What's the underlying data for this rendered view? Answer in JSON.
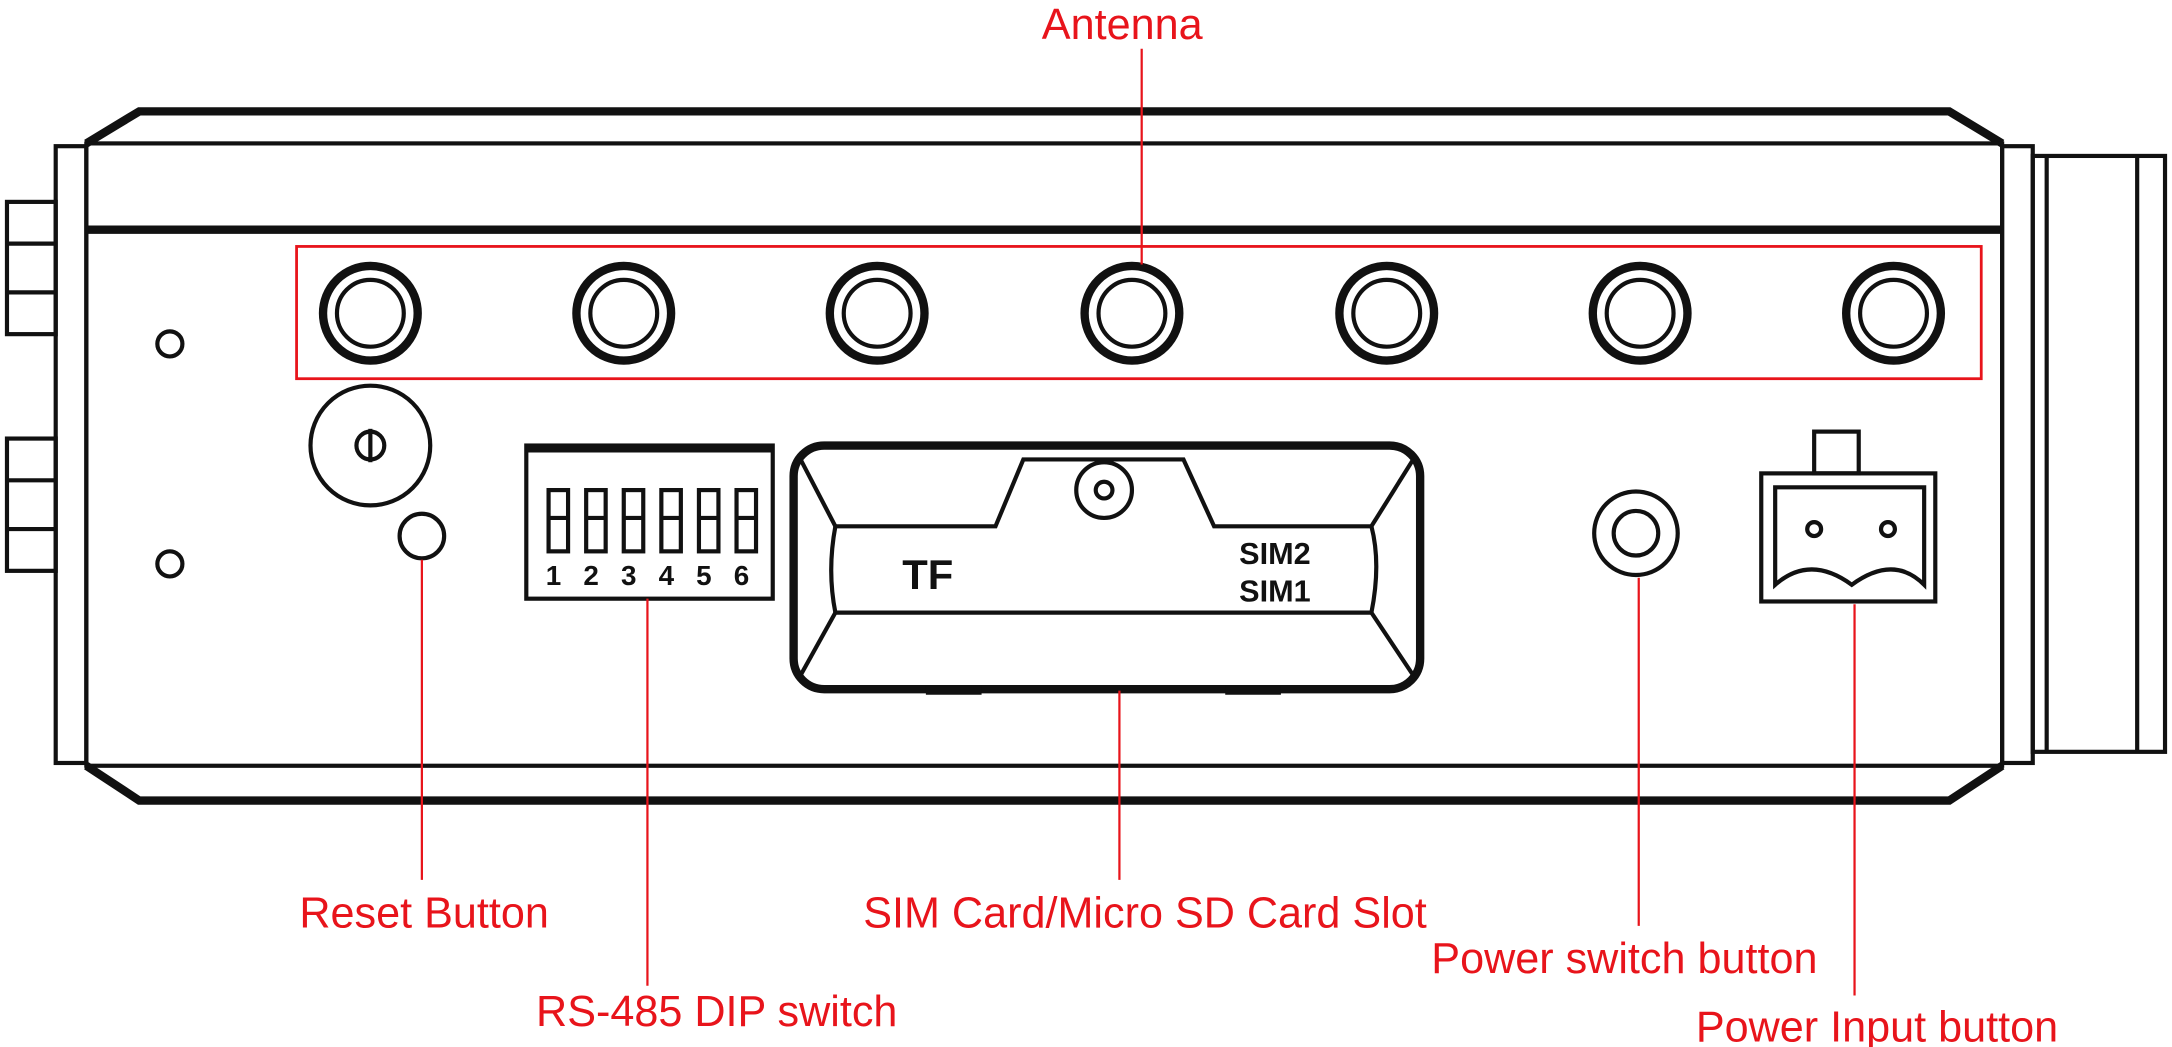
{
  "labels": {
    "antenna": "Antenna",
    "reset": "Reset Button",
    "dip": "RS-485 DIP switch",
    "sim_slot": "SIM Card/Micro SD Card Slot",
    "power_switch": "Power switch button",
    "power_input": "Power Input button"
  },
  "device_markings": {
    "dip_numbers": [
      "1",
      "2",
      "3",
      "4",
      "5",
      "6"
    ],
    "tf": "TF",
    "sim2": "SIM2",
    "sim1": "SIM1"
  },
  "colors": {
    "callout": "#e8141b",
    "line": "#111111"
  }
}
